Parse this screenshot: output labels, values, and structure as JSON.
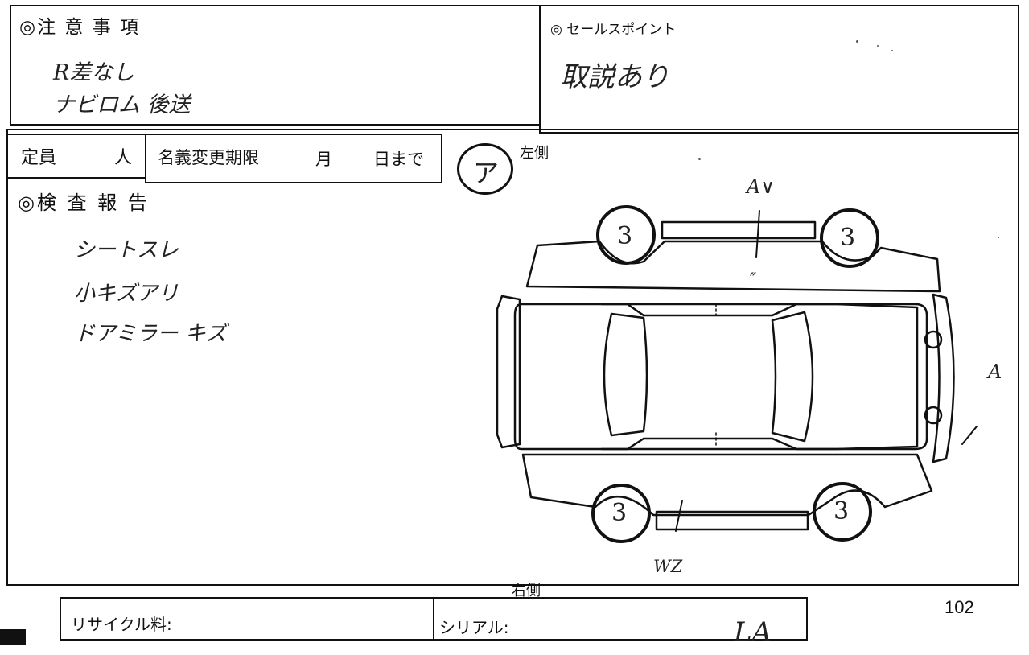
{
  "notes": {
    "title": "◎注 意 事 項",
    "lines": [
      "R差なし",
      "ナビロム 後送"
    ]
  },
  "sales_point": {
    "title": "◎ セールスポイント",
    "text": "取説あり"
  },
  "info_bar": {
    "capacity_label": "定員",
    "capacity_unit": "人",
    "deadline_label": "名義変更期限",
    "month_unit": "月",
    "day_unit": "日まで",
    "circle_mark": "ア"
  },
  "inspection": {
    "title": "◎検 査 報 告",
    "lines": [
      "シートスレ",
      "小キズアリ",
      "ドアミラー キズ"
    ]
  },
  "diagram": {
    "left_side_label": "左側",
    "right_side_label": "右側",
    "tire_marks": [
      "3",
      "3",
      "3",
      "3"
    ],
    "annotations": {
      "left_top": "A∨",
      "left_top_sub": "″",
      "rear": "A",
      "right_bottom": "WZ"
    }
  },
  "footer": {
    "page_number": "102",
    "recycle_label": "リサイクル料:",
    "serial_label": "シリアル:",
    "serial_value": "LA"
  }
}
